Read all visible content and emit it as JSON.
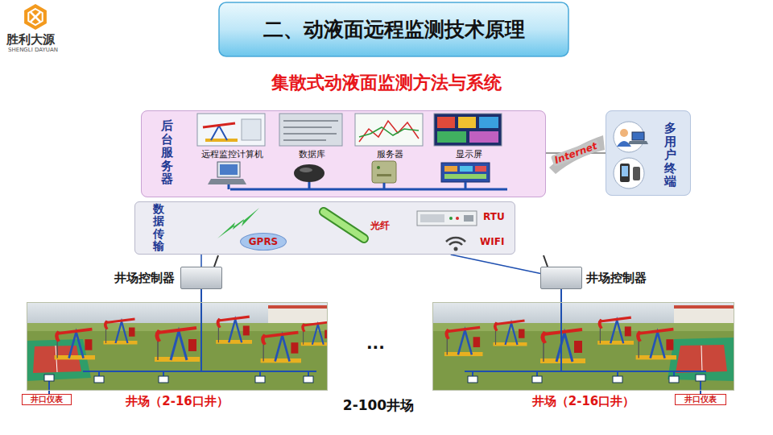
{
  "diagram": {
    "title": "二、动液面远程监测技术原理",
    "nodes": [
      {
        "text": [
          "后台服务器"
        ]
      },
      {
        "text": [
          "远程监控计算机"
        ],
        "in": 0
      },
      {
        "text": [
          "数据库"
        ],
        "in": 0
      },
      {
        "text": [
          "服务器"
        ],
        "in": 0
      },
      {
        "text": [
          "显示屏"
        ],
        "in": 0
      },
      {
        "text": [
          "多用户终端"
        ]
      },
      {
        "text": [
          "数据传输"
        ]
      },
      {
        "text": [
          "GPRS"
        ],
        "in": 6
      },
      {
        "text": [
          "井场控制器"
        ]
      },
      {
        "text": [
          "井场（2-16口井）"
        ]
      },
      {
        "text": [
          "井口仪表"
        ]
      },
      {
        "text": [
          "井场控制器"
        ]
      },
      {
        "text": [
          "井场（2-16口井）"
        ]
      },
      {
        "text": [
          "井口仪表"
        ]
      }
    ],
    "edges": [
      {
        "from": 0,
        "to": 5,
        "label": "Internet",
        "arrow": "none"
      },
      {
        "from": 6,
        "to": 8,
        "arrow": "none"
      },
      {
        "from": 6,
        "to": 11,
        "arrow": "none"
      },
      {
        "from": 8,
        "to": 9,
        "arrow": "none"
      },
      {
        "from": 10,
        "to": 9,
        "arrow": "none"
      },
      {
        "from": 11,
        "to": 12,
        "arrow": "none"
      },
      {
        "from": 13,
        "to": 12,
        "arrow": "none"
      }
    ],
    "labels": [
      "胜利大源",
      "SHENGLI DAYUAN",
      "集散式动液面监测方法与系统",
      "光纤",
      "RTU",
      "WIFI",
      "...",
      "2-100井场"
    ]
  }
}
